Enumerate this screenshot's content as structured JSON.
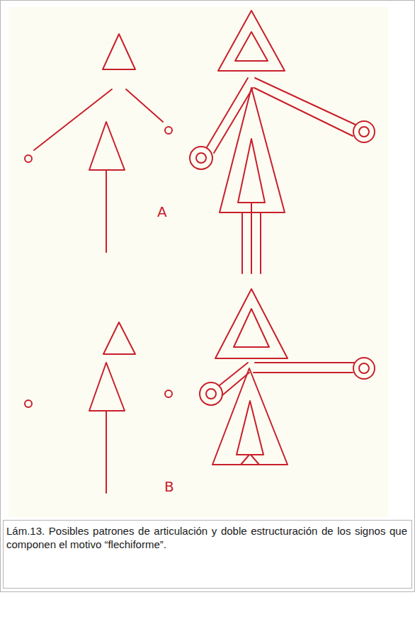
{
  "diagram": {
    "caption": "Lám.13. Posibles patrones de articulación y doble estructuración de los signos que componen el motivo “flechiforme”.",
    "labels": [
      "A",
      "B"
    ]
  }
}
